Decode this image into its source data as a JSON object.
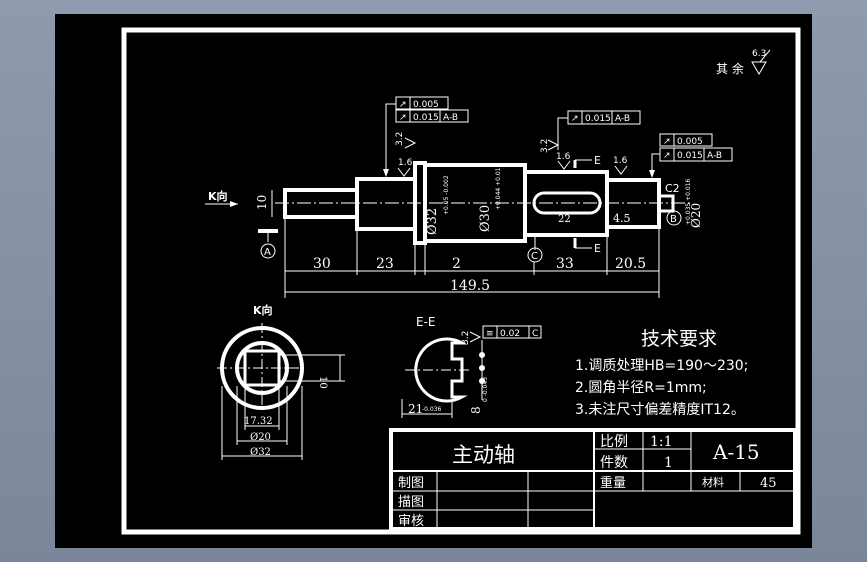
{
  "roughness_note": {
    "prefix": "其 余",
    "value": "6.3"
  },
  "view_label_k": "K向",
  "view_title_k": "K向",
  "section_title": "E-E",
  "section_marks": {
    "upper": "E",
    "lower": "E"
  },
  "tolerance_frames": [
    {
      "symbol": "↗",
      "value": "0.005",
      "datum": ""
    },
    {
      "symbol": "↗",
      "value": "0.015",
      "datum": "A-B"
    },
    {
      "symbol": "↗",
      "value": "0.015",
      "datum": "A-B"
    },
    {
      "symbol": "↗",
      "value": "0.005",
      "datum": ""
    },
    {
      "symbol": "↗",
      "value": "0.015",
      "datum": "A-B"
    },
    {
      "symbol": "≡",
      "value": "0.02",
      "datum": "C"
    }
  ],
  "roughness_marks": [
    "3.2",
    "1.6",
    "3.2",
    "1.6",
    "1.6",
    "3.2"
  ],
  "datums": [
    "A",
    "B",
    "C"
  ],
  "dimensions": {
    "d30": "30",
    "d23": "23",
    "d2": "2",
    "d33": "33",
    "d20_5": "20.5",
    "d149_5": "149.5",
    "d10": "10",
    "d22": "22",
    "d4_5": "4.5",
    "c2": "C2",
    "dia32": "Ø32",
    "dia32_tol": "+0.05 -0.002",
    "dia30": "Ø30",
    "dia30_tol": "+0.044 +0.016",
    "dia20_end": "Ø20",
    "dia20_end_tol": "+0.035 +0.016",
    "k_17_32": "17.32",
    "k_dia20": "Ø20",
    "k_dia32": "Ø32",
    "k_10": "10",
    "e_21": "21",
    "e_21_tol": "-0.036",
    "e_8": "8",
    "e_8_tol": "0 -0.043"
  },
  "tech_requirements": {
    "title": "技术要求",
    "items": [
      "1.调质处理HB=190～230;",
      "2.圆角半径R=1mm;",
      "3.未注尺寸偏差精度IT12。"
    ]
  },
  "title_block": {
    "part_name": "主动轴",
    "scale_label": "比例",
    "scale_value": "1:1",
    "qty_label": "件数",
    "qty_value": "1",
    "drawing_no": "A-15",
    "weight_label": "重量",
    "material_label": "材料",
    "material_value": "45",
    "draw_label": "制图",
    "trace_label": "描图",
    "review_label": "审核"
  }
}
